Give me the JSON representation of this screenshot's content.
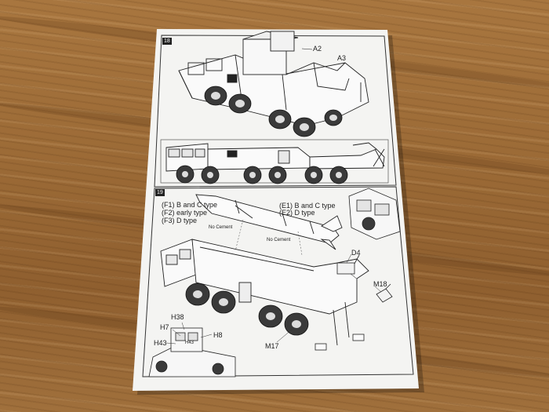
{
  "steps": [
    {
      "number": "18"
    },
    {
      "number": "19"
    }
  ],
  "labels": {
    "a2": "A2",
    "a3": "A3",
    "f1": "(F1) B and C type",
    "f2": "(F2) early type",
    "f3": "(F3) D type",
    "e1": "(E1) B and C type",
    "e2": "(E2) D type",
    "d4": "D4",
    "m18": "M18",
    "m17": "M17",
    "h38": "H38",
    "h7": "H7",
    "h8": "H8",
    "h43a": "H43",
    "h43b": "H43",
    "no_cement_1": "No Cement",
    "no_cement_2": "No Cement"
  },
  "colors": {
    "paper": "#f4f4f2",
    "ink": "#222222",
    "wood": "#9b6a36"
  }
}
